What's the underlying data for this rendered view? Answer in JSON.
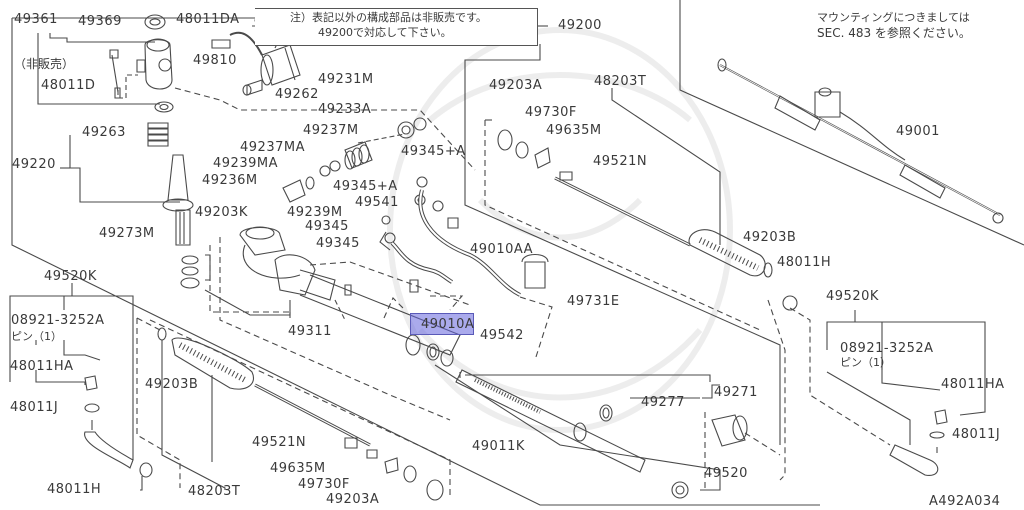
{
  "diagram": {
    "code": "A492A034",
    "note_jp_line1": "注）表記以外の構成部品は非販売です。",
    "note_jp_line2": "49200で対応して下さい。",
    "mounting_note_line1": "マウンティングにつきましては",
    "mounting_note_line2": "SEC. 483 を参照ください。",
    "not_sold_label": "（非販売）",
    "highlighted_part": "49010A",
    "highlight_color": "#6464dc",
    "line_color": "#4a4a4a"
  },
  "parts": {
    "p49361": "49361",
    "p49369": "49369",
    "p48011DA": "48011DA",
    "p49200": "49200",
    "p49810": "49810",
    "p48011D": "48011D",
    "p49262": "49262",
    "p49231M": "49231M",
    "p49233A": "49233A",
    "p49263": "49263",
    "p49237M": "49237M",
    "p49237MA": "49237MA",
    "p49220": "49220",
    "p49239MA": "49239MA",
    "p49236M": "49236M",
    "p49345A_1": "49345+A",
    "p49345A_2": "49345+A",
    "p49541": "49541",
    "p49203K": "49203K",
    "p49239M": "49239M",
    "p49345_1": "49345",
    "p49345_2": "49345",
    "p49273M": "49273M",
    "p49010AA": "49010AA",
    "p49731E": "49731E",
    "p49010A": "49010",
    "p49010A_suffix": "A",
    "p49542": "49542",
    "p49311": "49311",
    "p49203A_top": "49203A",
    "p48203T_top": "48203T",
    "p49730F_top": "49730F",
    "p49635M_top": "49635M",
    "p49521N_top": "49521N",
    "p49001": "49001",
    "p49203B_right": "49203B",
    "p48011H_right": "48011H",
    "p49520K_left": "49520K",
    "p08921_left": "08921-3252A",
    "pin_left": "ピン（1）",
    "p48011HA_left": "48011HA",
    "p48011J_left": "48011J",
    "p48011H_left": "48011H",
    "p49203B_left": "49203B",
    "p49521N_bottom": "49521N",
    "p49635M_bottom": "49635M",
    "p49730F_bottom": "49730F",
    "p49203A_bottom": "49203A",
    "p48203T_bottom": "48203T",
    "p49011K": "49011K",
    "p49277": "49277",
    "p49271": "49271",
    "p49520": "49520",
    "p49520K_right": "49520K",
    "p08921_right": "08921-3252A",
    "pin_right": "ピン（1）",
    "p48011HA_right": "48011HA",
    "p48011J_right": "48011J"
  }
}
